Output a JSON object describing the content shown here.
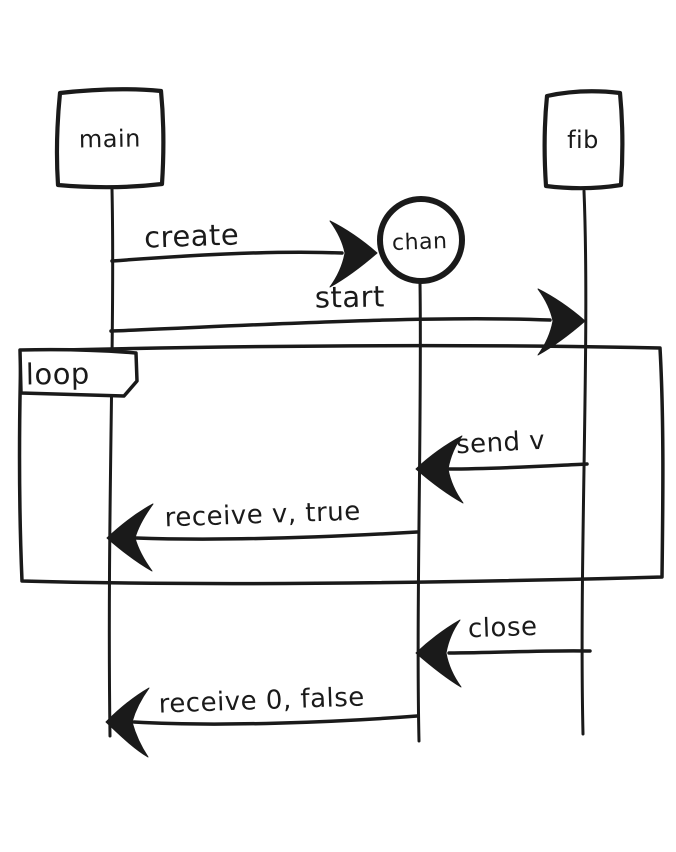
{
  "diagram": {
    "type": "sequence",
    "style": "hand-drawn",
    "colors": {
      "ink": "#1a1a1a",
      "background": "#ffffff"
    },
    "actors": [
      {
        "id": "main",
        "label": "main",
        "shape": "rect"
      },
      {
        "id": "chan",
        "label": "chan",
        "shape": "circle"
      },
      {
        "id": "fib",
        "label": "fib",
        "shape": "rect"
      }
    ],
    "fragments": [
      {
        "label": "loop"
      }
    ],
    "messages": [
      {
        "label": "create",
        "from": "main",
        "to": "chan",
        "direction": "right",
        "in_loop": false
      },
      {
        "label": "start",
        "from": "main",
        "to": "fib",
        "direction": "right",
        "in_loop": false
      },
      {
        "label": "send v",
        "from": "fib",
        "to": "chan",
        "direction": "left",
        "in_loop": true
      },
      {
        "label": "receive v, true",
        "from": "chan",
        "to": "main",
        "direction": "left",
        "in_loop": true
      },
      {
        "label": "close",
        "from": "fib",
        "to": "chan",
        "direction": "left",
        "in_loop": false
      },
      {
        "label": "receive 0, false",
        "from": "chan",
        "to": "main",
        "direction": "left",
        "in_loop": false
      }
    ]
  }
}
